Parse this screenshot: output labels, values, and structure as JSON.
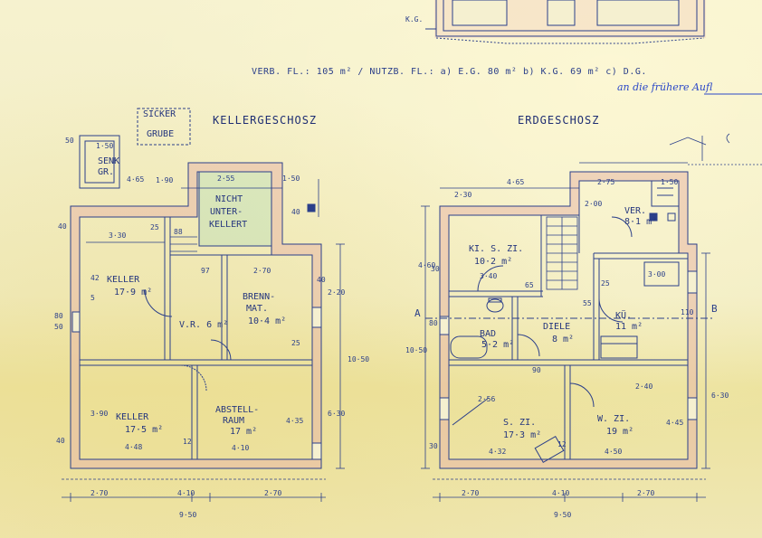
{
  "header": {
    "area_line": "VERB. FL.: 105 m² / NUTZB. FL.: a) E.G. 80 m² b) K.G. 69 m² c) D.G.",
    "handwritten_note": "an die frühere Aufl",
    "top_label_kg": "K.G."
  },
  "kellergeschoss": {
    "title": "KELLERGESCHOSZ",
    "rooms": {
      "sickergrube_1": "SICKER",
      "sickergrube_2": "GRUBE",
      "senkgrube_1": "SENK",
      "senkgrube_2": "GR.",
      "nicht_1": "NICHT",
      "nicht_2": "UNTER-",
      "nicht_3": "KELLERT",
      "keller1_name": "KELLER",
      "keller1_area": "17·9 m²",
      "vr": "V.R. 6 m²",
      "brenn_1": "BRENN-",
      "brenn_2": "MAT.",
      "brenn_area": "10·4 m²",
      "keller2_name": "KELLER",
      "keller2_area": "17·5 m²",
      "abst_1": "ABSTELL-",
      "abst_2": "RAUM",
      "abst_area": "17 m²"
    },
    "dims": {
      "d150": "1·50",
      "d465": "4·65",
      "d50": "50",
      "d190": "1·90",
      "d255": "2·55",
      "d150b": "1·50",
      "d40a": "40",
      "d330": "3·30",
      "d25a": "25",
      "d88": "88",
      "d42": "42",
      "d5": "5",
      "d40b": "40",
      "d270a": "2·70",
      "d97": "97",
      "d220": "2·20",
      "d40c": "40",
      "d1050": "10·50",
      "d630": "6·30",
      "d390": "3·90",
      "d435": "4·35",
      "d448": "4·48",
      "d12": "12",
      "d410a": "4·10",
      "d270b": "2·70",
      "d410b": "4·10",
      "d270c": "2·70",
      "d950": "9·50",
      "d80": "80",
      "d50b": "50",
      "d25b": "25",
      "d40d": "40"
    }
  },
  "erdgeschoss": {
    "title": "ERDGESCHOSZ",
    "section_a": "A",
    "section_b": "B",
    "rooms": {
      "ki_name": "KI. S. ZI.",
      "ki_area": "10·2 m²",
      "ver_name": "VER.",
      "ver_area": "8·1 m²",
      "diele_name": "DIELE",
      "diele_area": "8 m²",
      "bad_name": "BAD",
      "bad_area": "5·2 m²",
      "ku_name": "KÜ.",
      "ku_area": "11 m²",
      "szi_name": "S. ZI.",
      "szi_area": "17·3 m²",
      "wzi_name": "W. ZI.",
      "wzi_area": "19 m²"
    },
    "dims": {
      "d465": "4·65",
      "d275": "2·75",
      "d150": "1·50",
      "d230": "2·30",
      "d200": "2·00",
      "d460": "4·60",
      "d340": "3·40",
      "d300": "3·00",
      "d1050": "10·50",
      "d630": "6·30",
      "d256": "2·56",
      "d240": "2·40",
      "d445": "4·45",
      "d432": "4·32",
      "d450": "4·50",
      "d270a": "2·70",
      "d410": "4·10",
      "d270b": "2·70",
      "d950": "9·50",
      "d30a": "30",
      "d30b": "30",
      "d80": "80",
      "d55": "55",
      "d25": "25",
      "d110": "110",
      "d90": "90",
      "d65": "65",
      "d12": "12"
    }
  }
}
